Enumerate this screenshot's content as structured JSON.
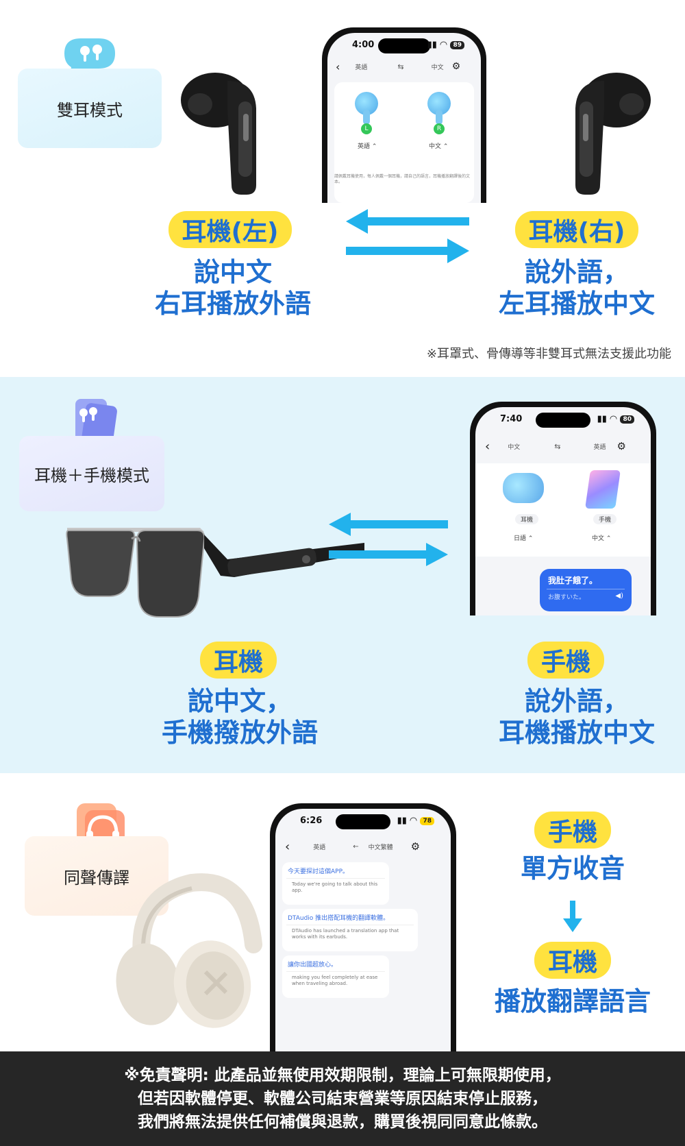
{
  "section1": {
    "mode_label": "雙耳模式",
    "left_pill": "耳機(左)",
    "left_desc": [
      "說中文",
      "右耳播放外語"
    ],
    "right_pill": "耳機(右)",
    "right_desc": [
      "說外語，",
      "左耳播放中文"
    ],
    "note": "※耳罩式、骨傳導等非雙耳式無法支援此功能",
    "phone": {
      "time": "4:00",
      "battery": "89",
      "lang_left": "英語",
      "lang_right": "中文",
      "left_badge": "L",
      "right_badge": "R",
      "picker_left": "英語",
      "picker_right": "中文",
      "hint": "請佩戴耳機使用，每人佩戴一個耳機，請自己的語言，耳機播放翻譯後的文本。"
    }
  },
  "section2": {
    "mode_label": "耳機＋手機模式",
    "left_pill": "耳機",
    "left_desc": [
      "說中文，",
      "手機撥放外語"
    ],
    "right_pill": "手機",
    "right_desc": [
      "說外語，",
      "耳機播放中文"
    ],
    "phone": {
      "time": "7:40",
      "battery": "80",
      "lang_left": "中文",
      "lang_right": "英語",
      "device_left": "耳機",
      "device_right": "手機",
      "picker_left": "日語",
      "picker_right": "中文",
      "bubble_main": "我肚子餓了。",
      "bubble_sub": "お腹すいた。"
    }
  },
  "section3": {
    "mode_label": "同聲傳譯",
    "pill_top": "手機",
    "desc_top": "單方收音",
    "pill_bottom": "耳機",
    "desc_bottom": "播放翻譯語言",
    "phone": {
      "time": "6:26",
      "battery": "78",
      "lang_left": "英語",
      "lang_right": "中文繁體",
      "messages": [
        {
          "q": "今天要探討這個APP。",
          "a": "Today we're going to talk about this app."
        },
        {
          "q": "DTAudio 推出搭配耳機的翻譯軟體。",
          "a": "DTAudio has launched a translation app that works with its earbuds."
        },
        {
          "q": "讓你出國超放心。",
          "a": "making you feel completely at ease when traveling abroad."
        }
      ]
    }
  },
  "disclaimer": [
    "※免責聲明: 此產品並無使用效期限制，理論上可無限期使用，",
    "但若因軟體停更、軟體公司結束營業等原因結束停止服務，",
    "我們將無法提供任何補償與退款，購買後視同同意此條款。"
  ],
  "colors": {
    "accent_blue": "#1f6fd0",
    "pill_yellow": "#ffe23f",
    "arrow_blue": "#22b2ec",
    "section_bg": "#e2f4fb"
  },
  "icons": [
    "earbuds-chat-icon",
    "earbuds-phone-icon",
    "headphone-icon",
    "back-icon",
    "swap-icon",
    "gear-icon",
    "speaker-icon"
  ]
}
